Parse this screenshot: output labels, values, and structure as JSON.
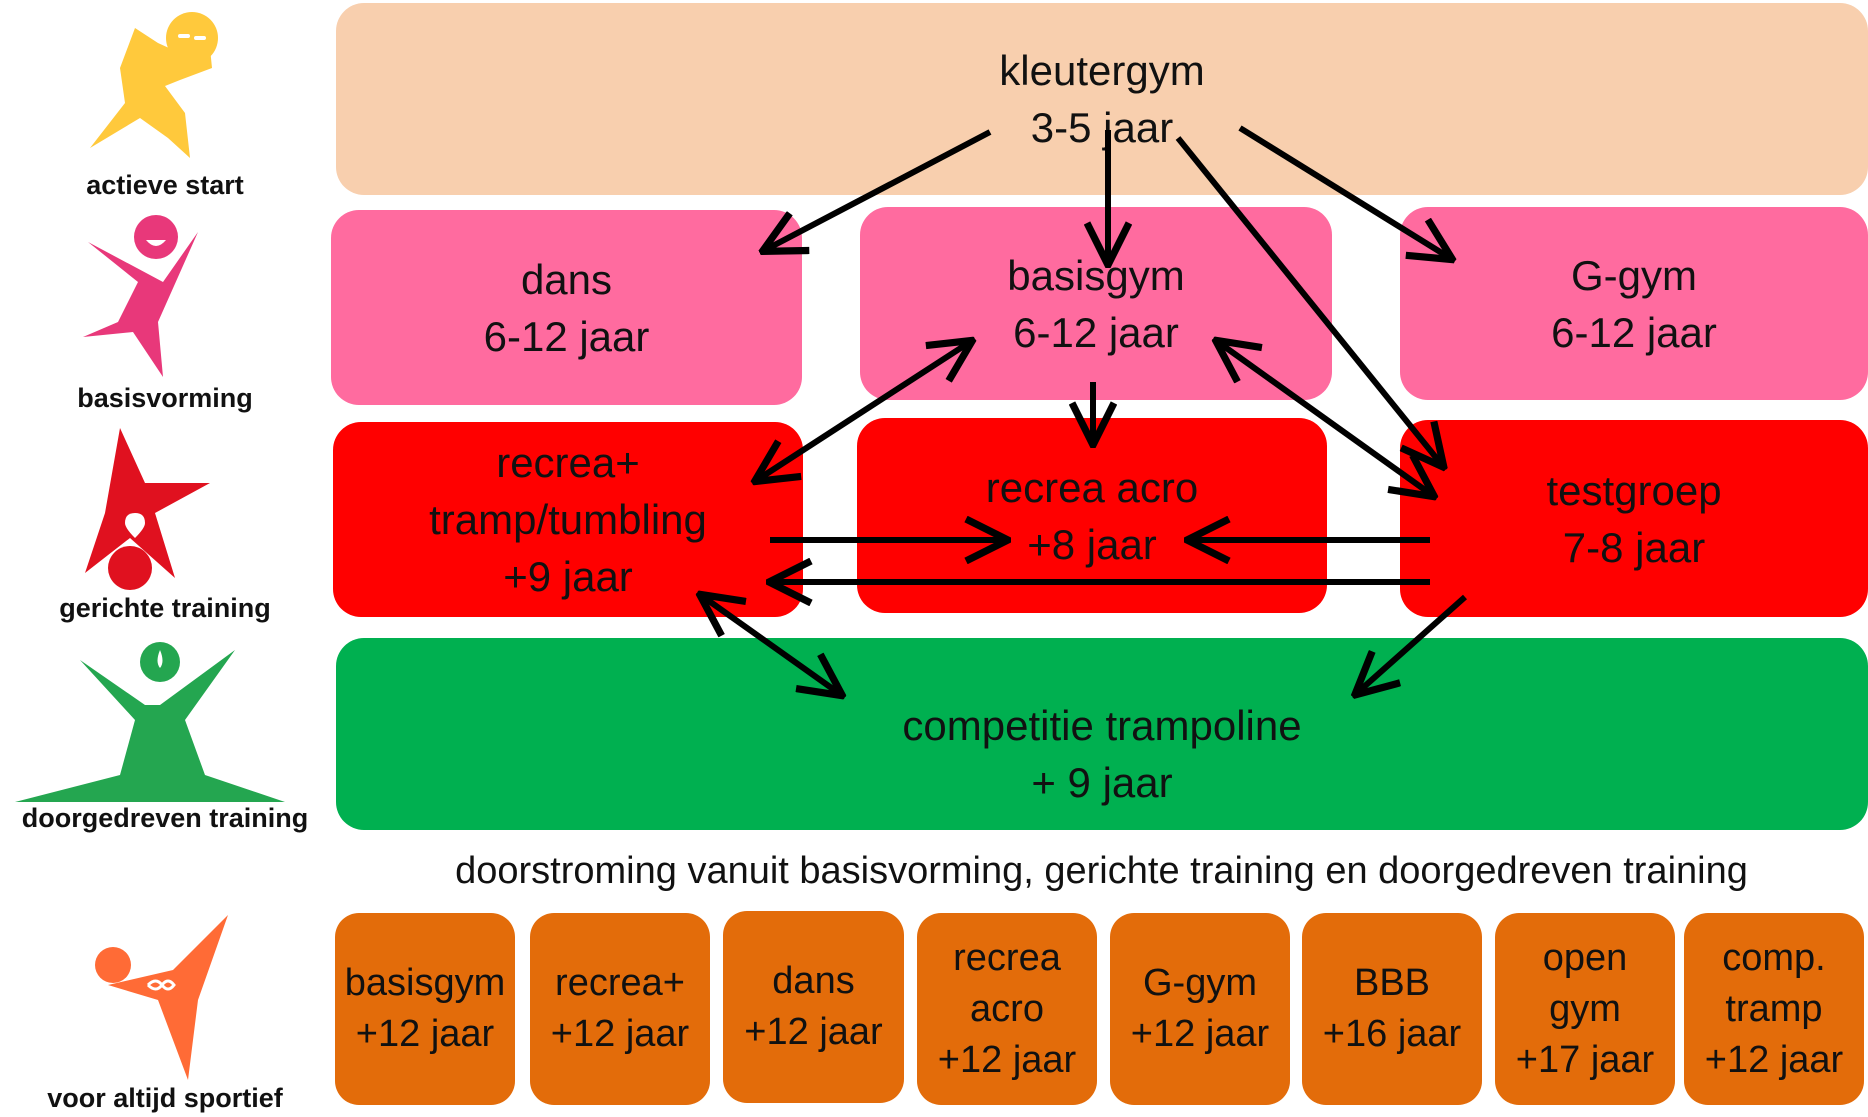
{
  "levels": [
    {
      "label": "actieve start",
      "color": "#FFC93C"
    },
    {
      "label": "basisvorming",
      "color": "#E8387A"
    },
    {
      "label": "gerichte training",
      "color": "#E0111F"
    },
    {
      "label": "doorgedreven training",
      "color": "#24A650"
    },
    {
      "label": "voor altijd sportief",
      "color": "#FF6B36"
    }
  ],
  "boxes": {
    "kleutergym": [
      "kleutergym",
      "3-5 jaar"
    ],
    "dans": [
      "dans",
      "6-12 jaar"
    ],
    "basisgym": [
      "basisgym",
      "6-12 jaar"
    ],
    "ggym": [
      "G-gym",
      "6-12 jaar"
    ],
    "recrea_tramp": [
      "recrea+",
      "tramp/tumbling",
      "+9 jaar"
    ],
    "recrea_acro": [
      "recrea acro",
      "+8 jaar"
    ],
    "testgroep": [
      "testgroep",
      "7-8 jaar"
    ],
    "competitie": [
      "competitie trampoline",
      "+ 9 jaar"
    ]
  },
  "caption": "doorstroming vanuit basisvorming, gerichte training en doorgedreven training",
  "adult_boxes": [
    [
      "basisgym",
      "+12 jaar"
    ],
    [
      "recrea+",
      "+12 jaar"
    ],
    [
      "dans",
      "+12 jaar"
    ],
    [
      "recrea",
      "acro",
      "+12 jaar"
    ],
    [
      "G-gym",
      "+12 jaar"
    ],
    [
      "BBB",
      "+16 jaar"
    ],
    [
      "open",
      "gym",
      "+17 jaar"
    ],
    [
      "comp.",
      "tramp",
      "+12 jaar"
    ]
  ],
  "colors": {
    "peach": "#F8CFAE",
    "pink": "#FF6B9F",
    "red": "#FF0000",
    "green": "#00B050",
    "orange": "#E36C0A"
  }
}
